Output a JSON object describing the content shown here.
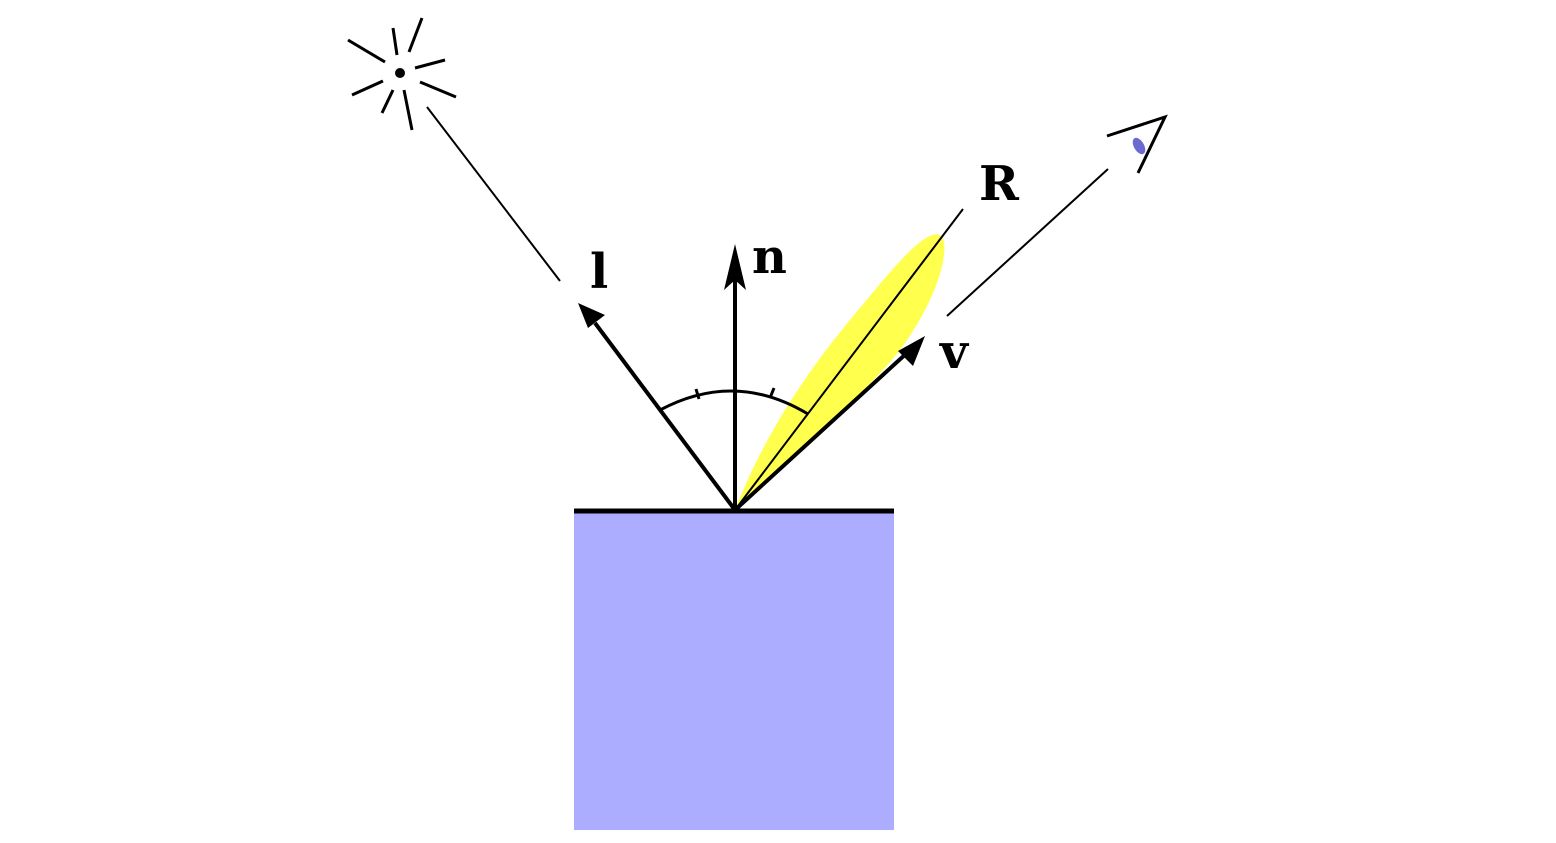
{
  "labels": {
    "light": "l",
    "normal": "n",
    "reflection": "R",
    "view": "v"
  },
  "icons": {
    "light_source": "light-source-icon",
    "eye": "eye-icon"
  },
  "colors": {
    "surface_fill": "#adadff",
    "surface_line": "#000000",
    "specular_lobe": "#ffff4d",
    "eye_iris": "#6a6ad0",
    "stroke": "#000000"
  }
}
